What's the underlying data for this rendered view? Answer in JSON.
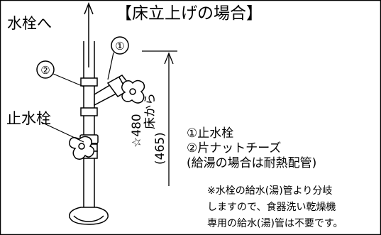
{
  "title": "【床立上げの場合】",
  "labels": {
    "to_faucet": "水栓へ",
    "stop_valve": "止水栓"
  },
  "callouts": {
    "one": "①",
    "two": "②"
  },
  "dimension": {
    "from_floor": "床から",
    "height_main": "☆480",
    "height_alt": "(465)"
  },
  "legend": {
    "item1": "①止水栓",
    "item2": "②片ナットチーズ",
    "item2_note": "(給湯の場合は耐熱配管)"
  },
  "note": {
    "line1": "※水栓の給水(湯)管より分岐",
    "line2": "しますので、食器洗い乾燥機",
    "line3": "専用の給水(湯)管は不要です。"
  }
}
